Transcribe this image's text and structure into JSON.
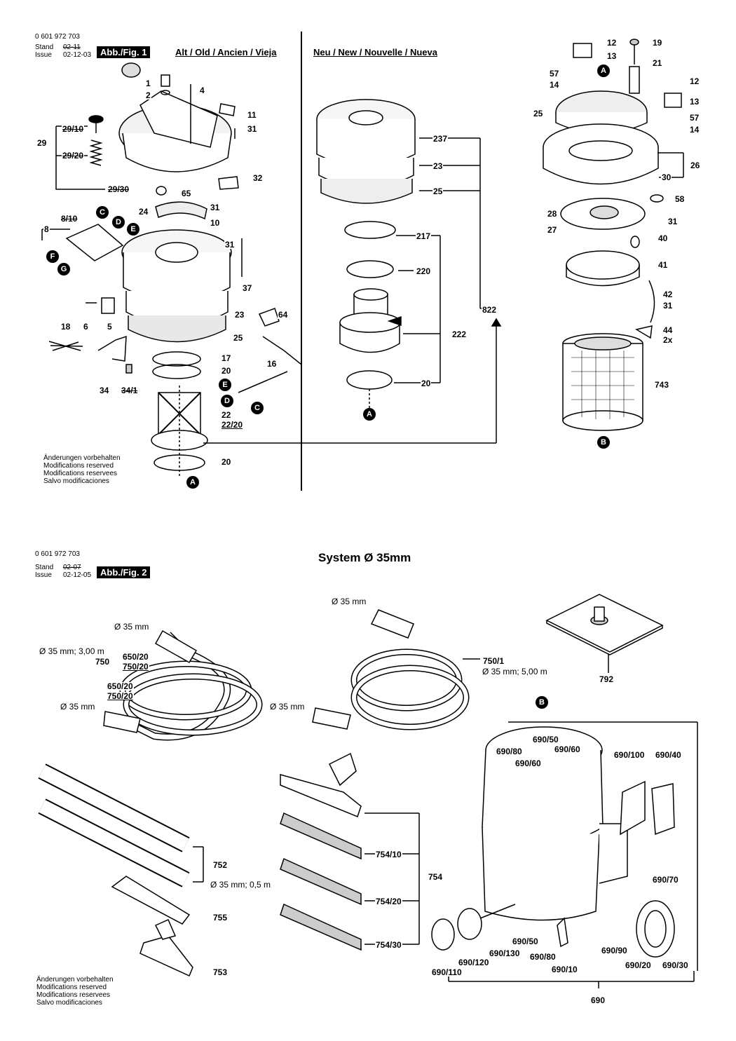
{
  "sheet_top": {
    "doc_number": "0 601 972 703",
    "stand_label": "Stand",
    "issue_label": "Issue",
    "old_date": "02-11",
    "date": "02-12-03",
    "fig_label": "Abb./Fig. 1",
    "header_old": "Alt / Old / Ancien / Vieja",
    "header_new": "Neu / New / Nouvelle / Nueva",
    "notes": [
      "Änderungen vorbehalten",
      "Modifications reserved",
      "Modifications reservees",
      "Salvo modificaciones"
    ]
  },
  "sheet_bottom": {
    "doc_number": "0 601 972 703",
    "stand_label": "Stand",
    "issue_label": "Issue",
    "old_date": "02-07",
    "date": "02-12-05",
    "fig_label": "Abb./Fig. 2",
    "title": "System Ø 35mm",
    "notes": [
      "Änderungen vorbehalten",
      "Modifications reserved",
      "Modifications reservees",
      "Salvo modificaciones"
    ]
  },
  "callouts_fig1_old": {
    "p1": "1",
    "p2": "2",
    "p4": "4",
    "p11": "11",
    "p31a": "31",
    "p29": "29",
    "p29_10": "29/10",
    "p29_20": "29/20",
    "p29_30": "29/30",
    "p32": "32",
    "p65": "65",
    "p24": "24",
    "p31b": "31",
    "p10": "10",
    "p31c": "31",
    "p8": "8",
    "p8_10": "8/10",
    "p37": "37",
    "p23": "23",
    "p25": "25",
    "p64": "64",
    "p18": "18",
    "p6": "6",
    "p5": "5",
    "p16": "16",
    "p17": "17",
    "p20a": "20",
    "p34": "34",
    "p34_1": "34/1",
    "p22": "22",
    "p22_20": "22/20",
    "p20b": "20"
  },
  "callouts_fig1_new": {
    "p237": "237",
    "p23": "23",
    "p25": "25",
    "p217": "217",
    "p220": "220",
    "p222": "222",
    "p20": "20",
    "p822": "822"
  },
  "callouts_fig1_right": {
    "p12a": "12",
    "p13a": "13",
    "p57a": "57",
    "p14a": "14",
    "p19": "19",
    "p21": "21",
    "p12b": "12",
    "p13b": "13",
    "p25": "25",
    "p57b": "57",
    "p14b": "14",
    "p26": "26",
    "p30": "30",
    "p58": "58",
    "p28": "28",
    "p27": "27",
    "p31a": "31",
    "p40": "40",
    "p41": "41",
    "p42": "42",
    "p31b": "31",
    "p44": "44",
    "p44_qty": "2x",
    "p743": "743"
  },
  "markers": {
    "A": "A",
    "B": "B",
    "C": "C",
    "D": "D",
    "E": "E",
    "F": "F",
    "G": "G"
  },
  "callouts_fig2": {
    "dia35": "Ø 35 mm",
    "dia35_3m": "Ø 35 mm; 3,00 m",
    "dia35_5m": "Ø 35 mm; 5,00 m",
    "dia35_05m": "Ø 35 mm; 0,5 m",
    "p650_20a": "650/20",
    "p750": "750",
    "p750_20a": "750/20",
    "p650_20b": "650/20",
    "p750_20b": "750/20",
    "p750_1": "750/1",
    "p792": "792",
    "p752": "752",
    "p755": "755",
    "p753": "753",
    "p754_10": "754/10",
    "p754_20": "754/20",
    "p754_30": "754/30",
    "p754": "754",
    "p690_80a": "690/80",
    "p690_50a": "690/50",
    "p690_60a": "690/60",
    "p690_60b": "690/60",
    "p690_100": "690/100",
    "p690_40": "690/40",
    "p690_70": "690/70",
    "p690_50b": "690/50",
    "p690_130": "690/130",
    "p690_80b": "690/80",
    "p690_120": "690/120",
    "p690_110": "690/110",
    "p690_10": "690/10",
    "p690_90": "690/90",
    "p690_20": "690/20",
    "p690_30": "690/30",
    "p690": "690"
  }
}
